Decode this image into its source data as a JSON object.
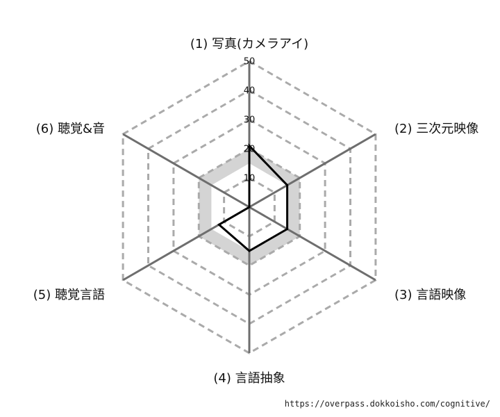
{
  "chart_data": {
    "type": "radar",
    "axes": [
      "(1) 写真(カメラアイ)",
      "(2) 三次元映像",
      "(3) 言語映像",
      "(4) 言語抽象",
      "(5) 聴覚言語",
      "(6) 聴覚&音"
    ],
    "values": [
      21,
      15,
      15,
      15,
      12,
      0
    ],
    "rmax": 50,
    "ticks": [
      "10",
      "20",
      "30",
      "40",
      "50"
    ],
    "tick_values": [
      10,
      20,
      30,
      40,
      50
    ],
    "band": [
      15,
      20
    ],
    "grid": true,
    "colors": {
      "line": "#000000",
      "grid": "#aaaaaa",
      "axis": "#6e6e6e",
      "band": "#d4d4d4"
    }
  },
  "footer": {
    "url": "https://overpass.dokkoisho.com/cognitive/"
  }
}
